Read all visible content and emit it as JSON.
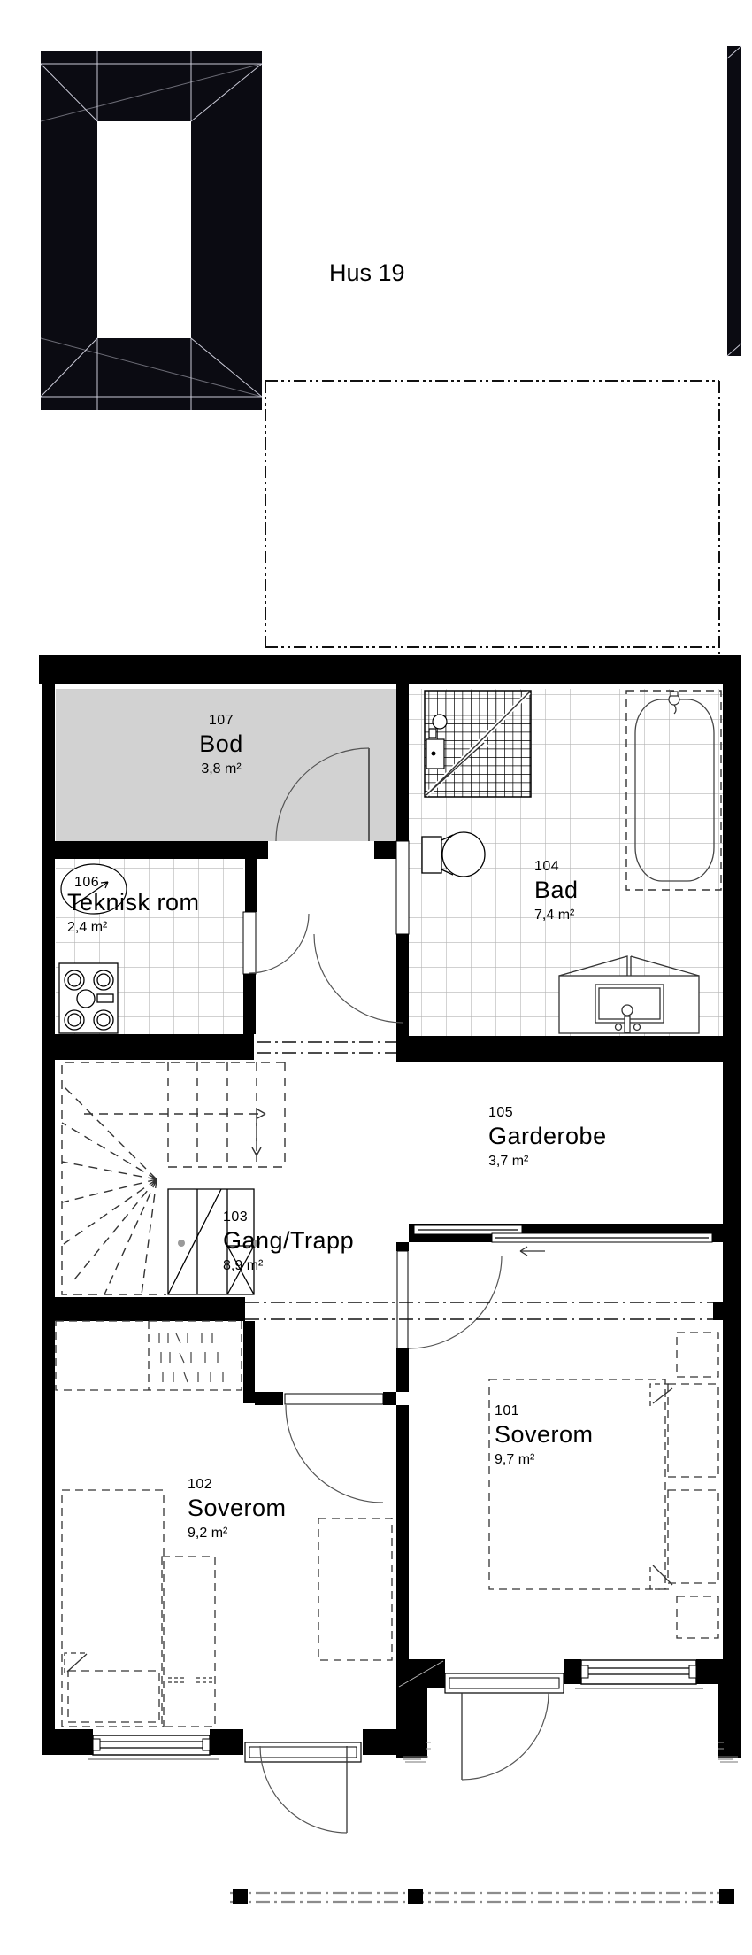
{
  "drawing": {
    "title": "Hus 19",
    "rooms": [
      {
        "number": "107",
        "name": "Bod",
        "area": "3,8 m²"
      },
      {
        "number": "106",
        "name": "Teknisk rom",
        "area": "2,4 m²"
      },
      {
        "number": "104",
        "name": "Bad",
        "area": "7,4 m²"
      },
      {
        "number": "105",
        "name": "Garderobe",
        "area": "3,7 m²"
      },
      {
        "number": "103",
        "name": "Gang/Trapp",
        "area": "8,9 m²"
      },
      {
        "number": "101",
        "name": "Soverom",
        "area": "9,7 m²"
      },
      {
        "number": "102",
        "name": "Soverom",
        "area": "9,2 m²"
      }
    ],
    "colors": {
      "ink": "#000000",
      "wall": "#0b0b12",
      "storage_fill": "#d2d2d2",
      "tile_line": "#b5b5b5",
      "dash_furniture": "#333333",
      "door_arc": "#555555",
      "balcony_line": "#8c8c8c"
    }
  }
}
